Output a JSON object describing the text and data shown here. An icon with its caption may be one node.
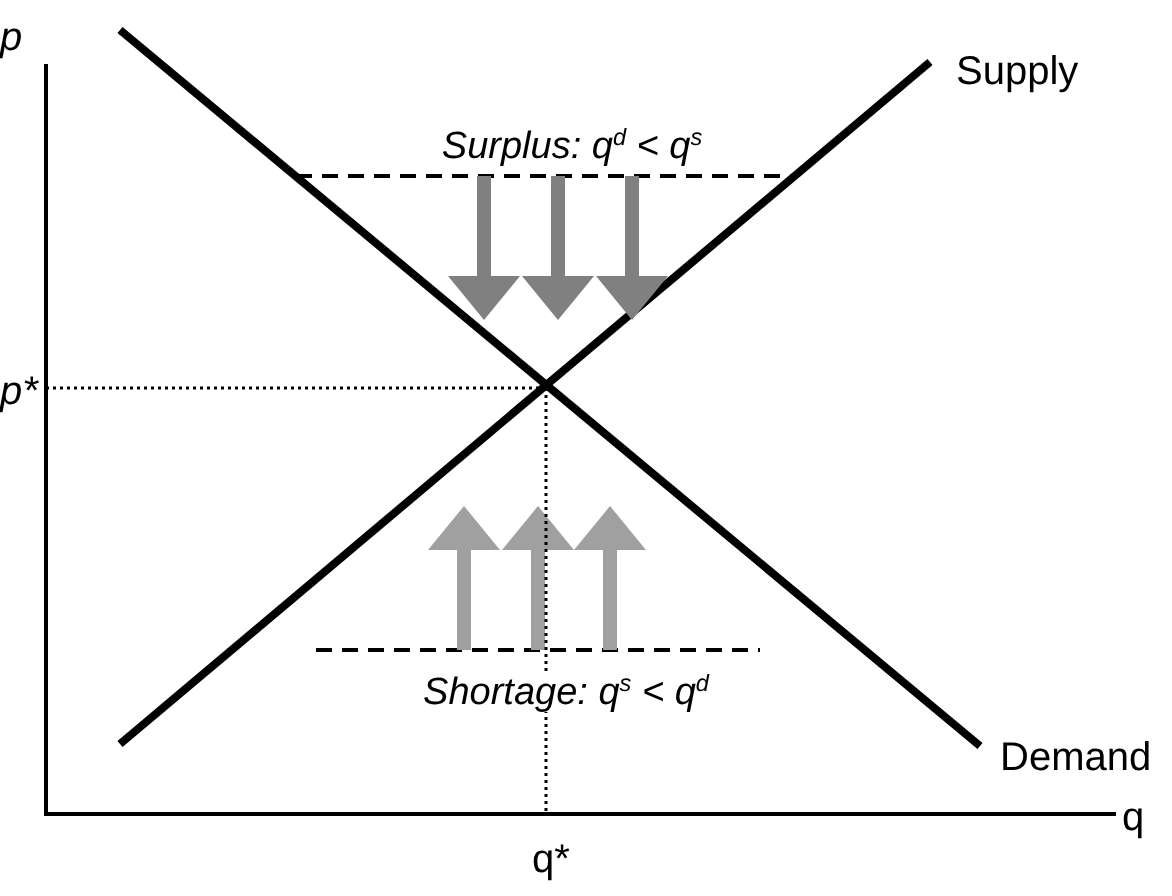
{
  "diagram": {
    "labels": [
      "p",
      "Supply",
      "Surplus: q$^{d}$ < q$^{s}$",
      "p*",
      "Shortage: q$^{s}$ < q$^{d}$",
      "Demand",
      "q",
      "q*"
    ]
  }
}
